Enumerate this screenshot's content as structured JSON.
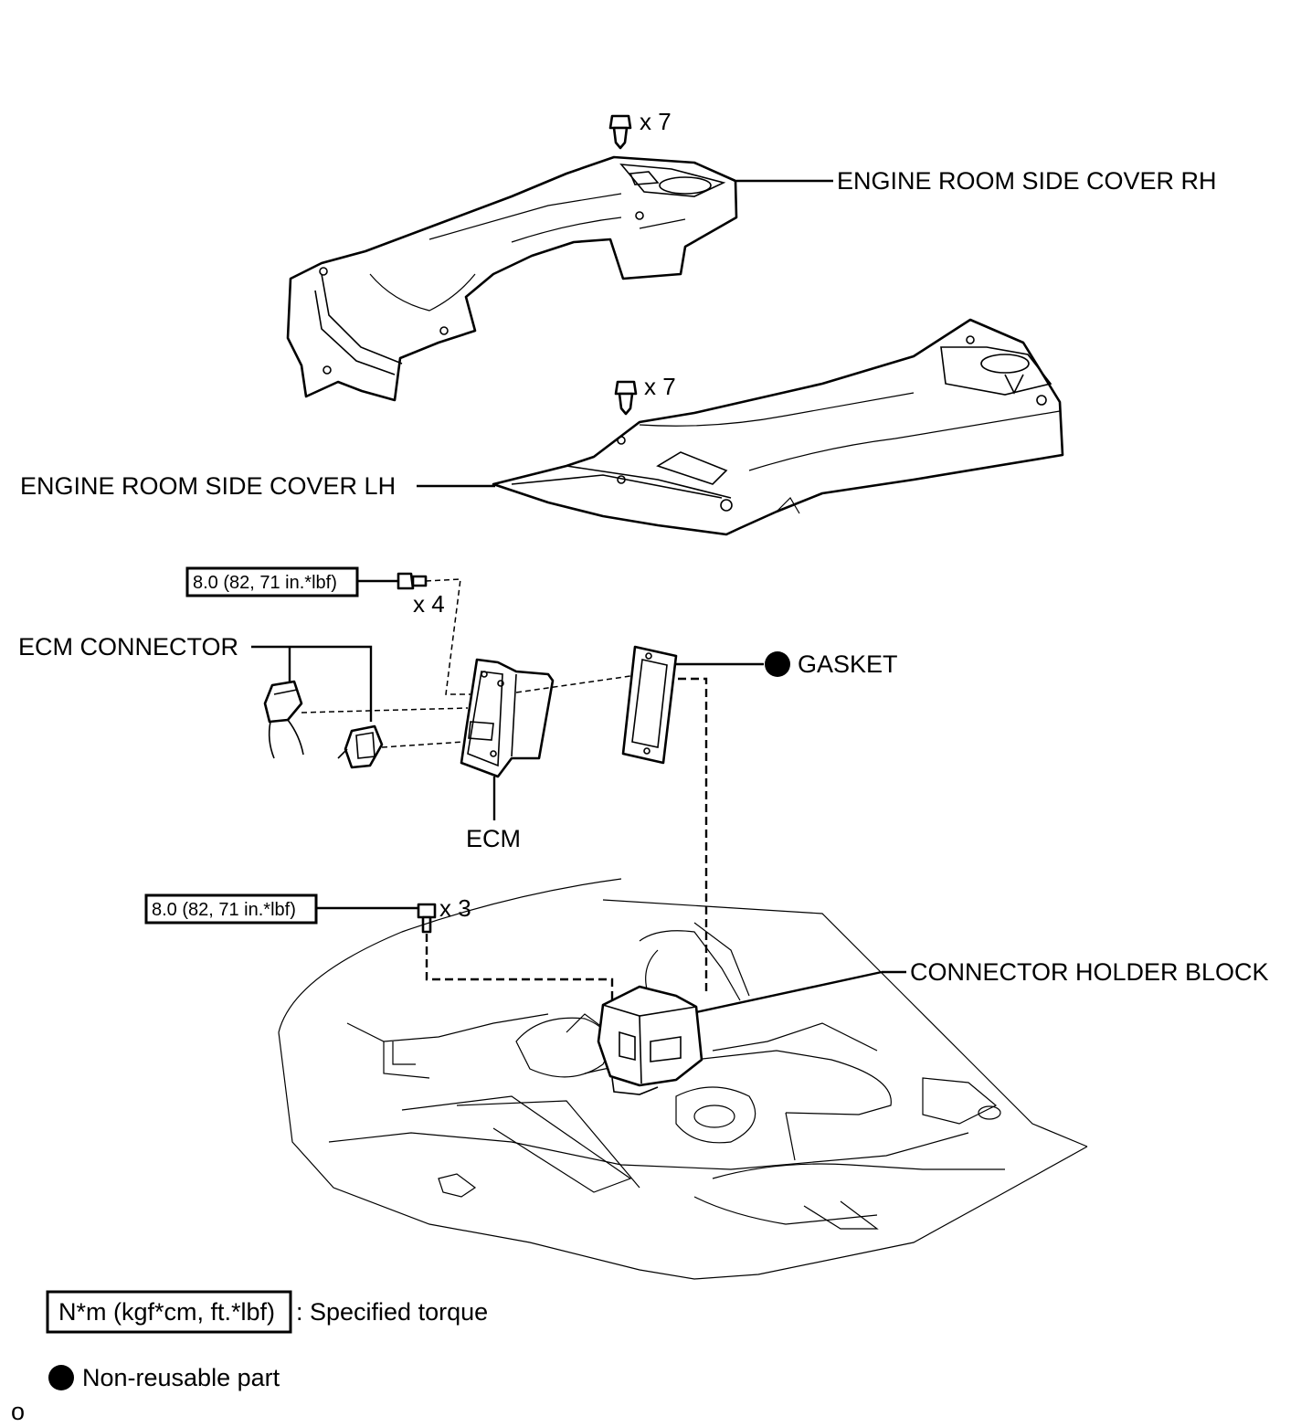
{
  "labels": {
    "cover_rh": "ENGINE ROOM SIDE COVER RH",
    "cover_lh": "ENGINE ROOM SIDE COVER LH",
    "ecm_connector": "ECM CONNECTOR",
    "gasket": "GASKET",
    "ecm": "ECM",
    "connector_holder_block": "CONNECTOR HOLDER BLOCK"
  },
  "quantities": {
    "clips_rh": "x 7",
    "clips_lh": "x 7",
    "bolts_ecm": "x 4",
    "bolts_holder": "x 3"
  },
  "torque_specs": {
    "ecm_bolts": "8.0 (82, 71 in.*lbf)",
    "holder_bolts": "8.0 (82, 71 in.*lbf)"
  },
  "legend": {
    "torque_units": "N*m (kgf*cm, ft.*lbf)",
    "torque_text": ": Specified torque",
    "nonreusable_text": "Non-reusable part"
  },
  "corner_mark": "o"
}
